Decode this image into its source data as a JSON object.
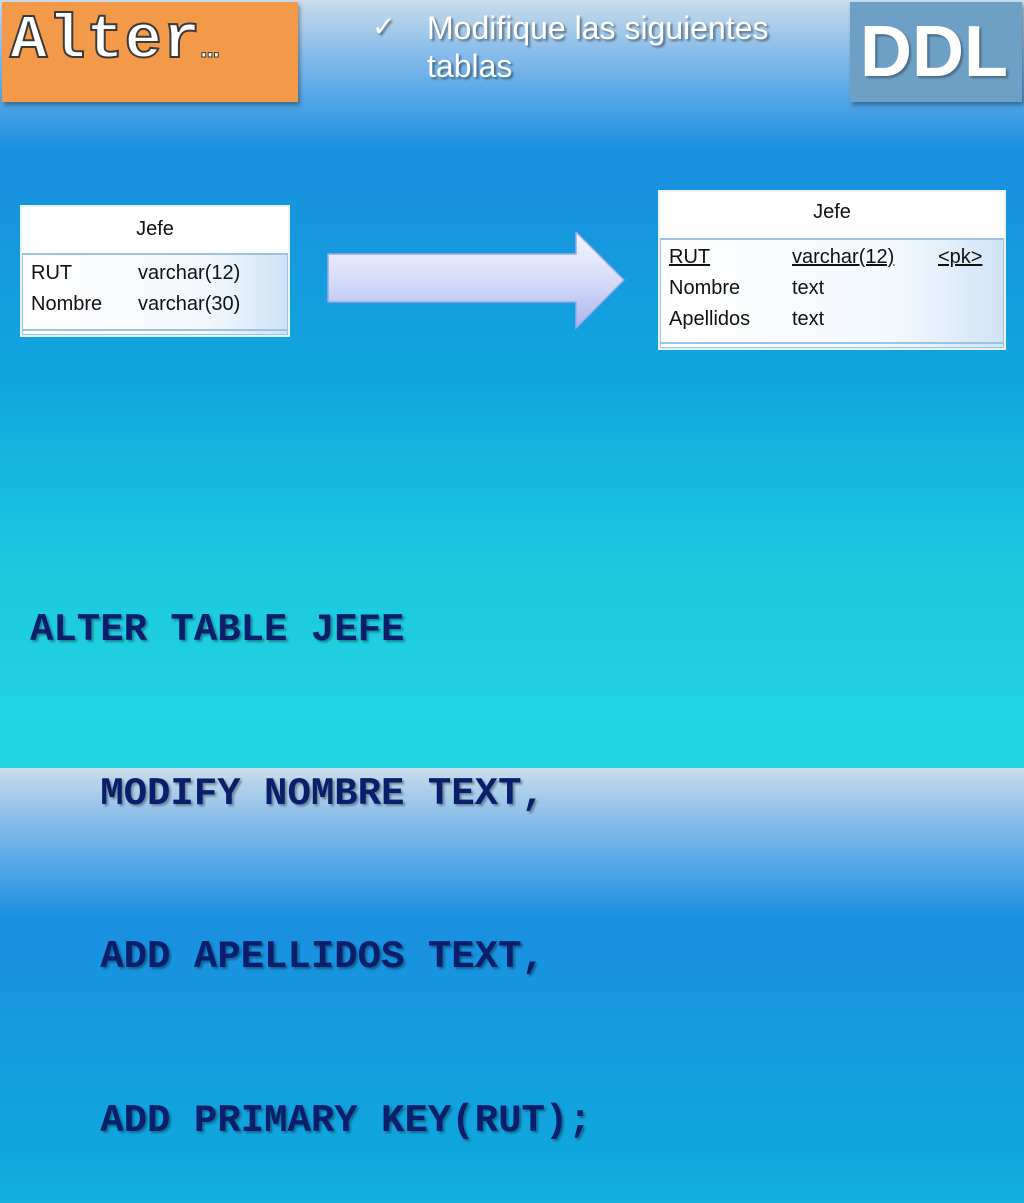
{
  "slide": {
    "title_main": "Alter",
    "title_ellipsis": "…",
    "tag": "DDL",
    "bullet_mark": "✓",
    "bullet_text": "Modifique las siguientes tablas"
  },
  "table_before": {
    "name": "Jefe",
    "columns": [
      {
        "name": "RUT",
        "type": "varchar(12)"
      },
      {
        "name": "Nombre",
        "type": "varchar(30)"
      }
    ]
  },
  "table_after": {
    "name": "Jefe",
    "columns": [
      {
        "name": "RUT",
        "type": "varchar(12)",
        "key": "<pk>"
      },
      {
        "name": "Nombre",
        "type": "text"
      },
      {
        "name": "Apellidos",
        "type": "text"
      }
    ]
  },
  "sql_lines": [
    "ALTER TABLE JEFE",
    "   MODIFY NOMBRE TEXT,",
    "   ADD APELLIDOS TEXT,",
    "   ADD PRIMARY KEY(RUT);"
  ],
  "colors": {
    "orange_badge": "#f39a4a",
    "ddl_badge": "#6ea0c6",
    "sql_text": "#0b1e6b"
  }
}
